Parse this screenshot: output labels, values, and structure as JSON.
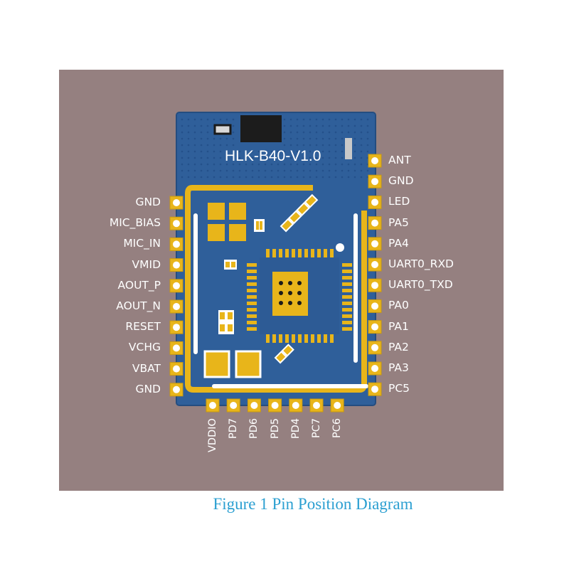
{
  "board": {
    "silkscreen": "HLK-B40-V1.0"
  },
  "pins": {
    "left": [
      "GND",
      "MIC_BIAS",
      "MIC_IN",
      "VMID",
      "AOUT_P",
      "AOUT_N",
      "RESET",
      "VCHG",
      "VBAT",
      "GND"
    ],
    "right": [
      "ANT",
      "GND",
      "LED",
      "PA5",
      "PA4",
      "UART0_RXD",
      "UART0_TXD",
      "PA0",
      "PA1",
      "PA2",
      "PA3",
      "PC5"
    ],
    "bottom": [
      "VDDIO",
      "PD7",
      "PD6",
      "PD5",
      "PD4",
      "PC7",
      "PC6"
    ]
  },
  "caption": "Figure 1  Pin Position Diagram",
  "colors": {
    "background": "#958080",
    "pcb": "#2f5f9a",
    "pad": "#e8b51a",
    "label": "#ffffff",
    "caption": "#2b9fd1"
  }
}
